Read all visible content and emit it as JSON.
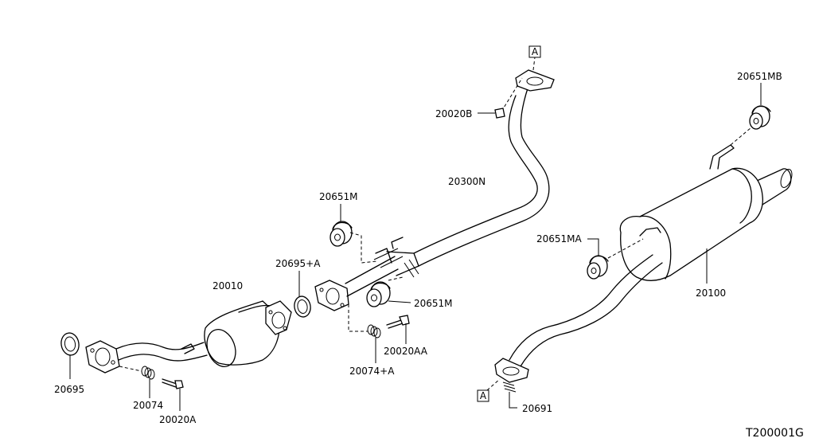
{
  "diagram": {
    "drawing_code": "T200001G",
    "part_labels": {
      "p20695": "20695",
      "p20074": "20074",
      "p20020A": "20020A",
      "p20010": "20010",
      "p20695A": "20695+A",
      "p20651M_top": "20651M",
      "p20651M_right": "20651M",
      "p20020AA": "20020AA",
      "p20074A": "20074+A",
      "p20300N": "20300N",
      "p20020B": "20020B",
      "p20651MB": "20651MB",
      "p20651MA": "20651MA",
      "p20100": "20100",
      "p20691": "20691"
    },
    "reference_markers": {
      "top": "A",
      "bottom": "A"
    }
  }
}
